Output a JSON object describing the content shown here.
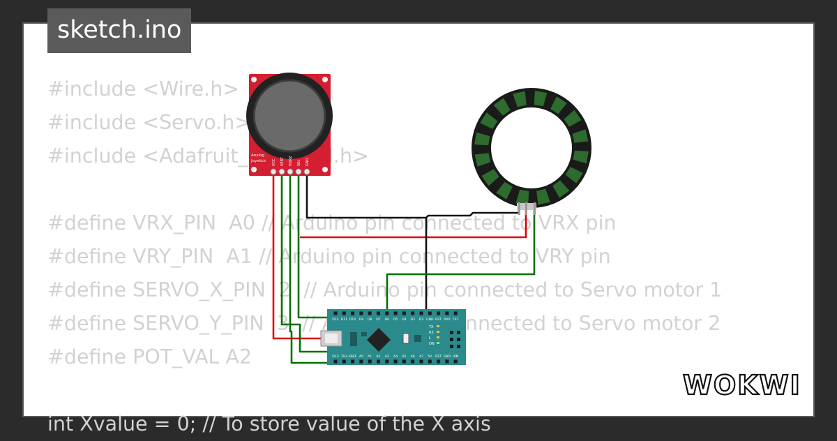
{
  "file_tab": {
    "label": "sketch.ino"
  },
  "code_lines": [
    "#include <Wire.h>",
    "#include <Servo.h>",
    "#include <Adafruit_NeoPixel.h>",
    "",
    "#define VRX_PIN  A0 // Arduino pin connected to VRX pin",
    "#define VRY_PIN  A1 // Arduino pin connected to VRY pin",
    "#define SERVO_X_PIN  2  // Arduino pin connected to Servo motor 1",
    "#define SERVO_Y_PIN  3  // Arduino pin connected to Servo motor 2",
    "#define POT_VAL A2",
    "",
    "int Xvalue = 0; // To store value of the X axis"
  ],
  "joystick": {
    "title_line1": "Analog",
    "title_line2": "Joystick",
    "pins": [
      "VCC",
      "VERT",
      "HORZ",
      "SEL",
      "GND"
    ]
  },
  "neopixel_ring": {
    "segments": 16
  },
  "arduino_nano": {
    "top_pins": [
      "D12",
      "D11",
      "D10",
      "D9",
      "D8",
      "D7",
      "D6",
      "D5",
      "D4",
      "D3",
      "D2",
      "GND",
      "RST",
      "RX0",
      "TX1"
    ],
    "bottom_pins": [
      "D13",
      "3V3",
      "AREF",
      "A0",
      "A1",
      "A2",
      "A3",
      "A4",
      "A5",
      "A6",
      "A7",
      "5V",
      "RST",
      "GND",
      "VIN"
    ],
    "side_labels": [
      "TX",
      "RX",
      "L",
      "ON"
    ]
  },
  "brand": {
    "logo_text": "WOKWI"
  },
  "colors": {
    "wire_red": "#e00000",
    "wire_green": "#007000",
    "wire_black": "#111111",
    "joystick_board": "#d41e32",
    "nano_board": "#2a8a8c",
    "ring_segment": "#2e6b2e"
  }
}
